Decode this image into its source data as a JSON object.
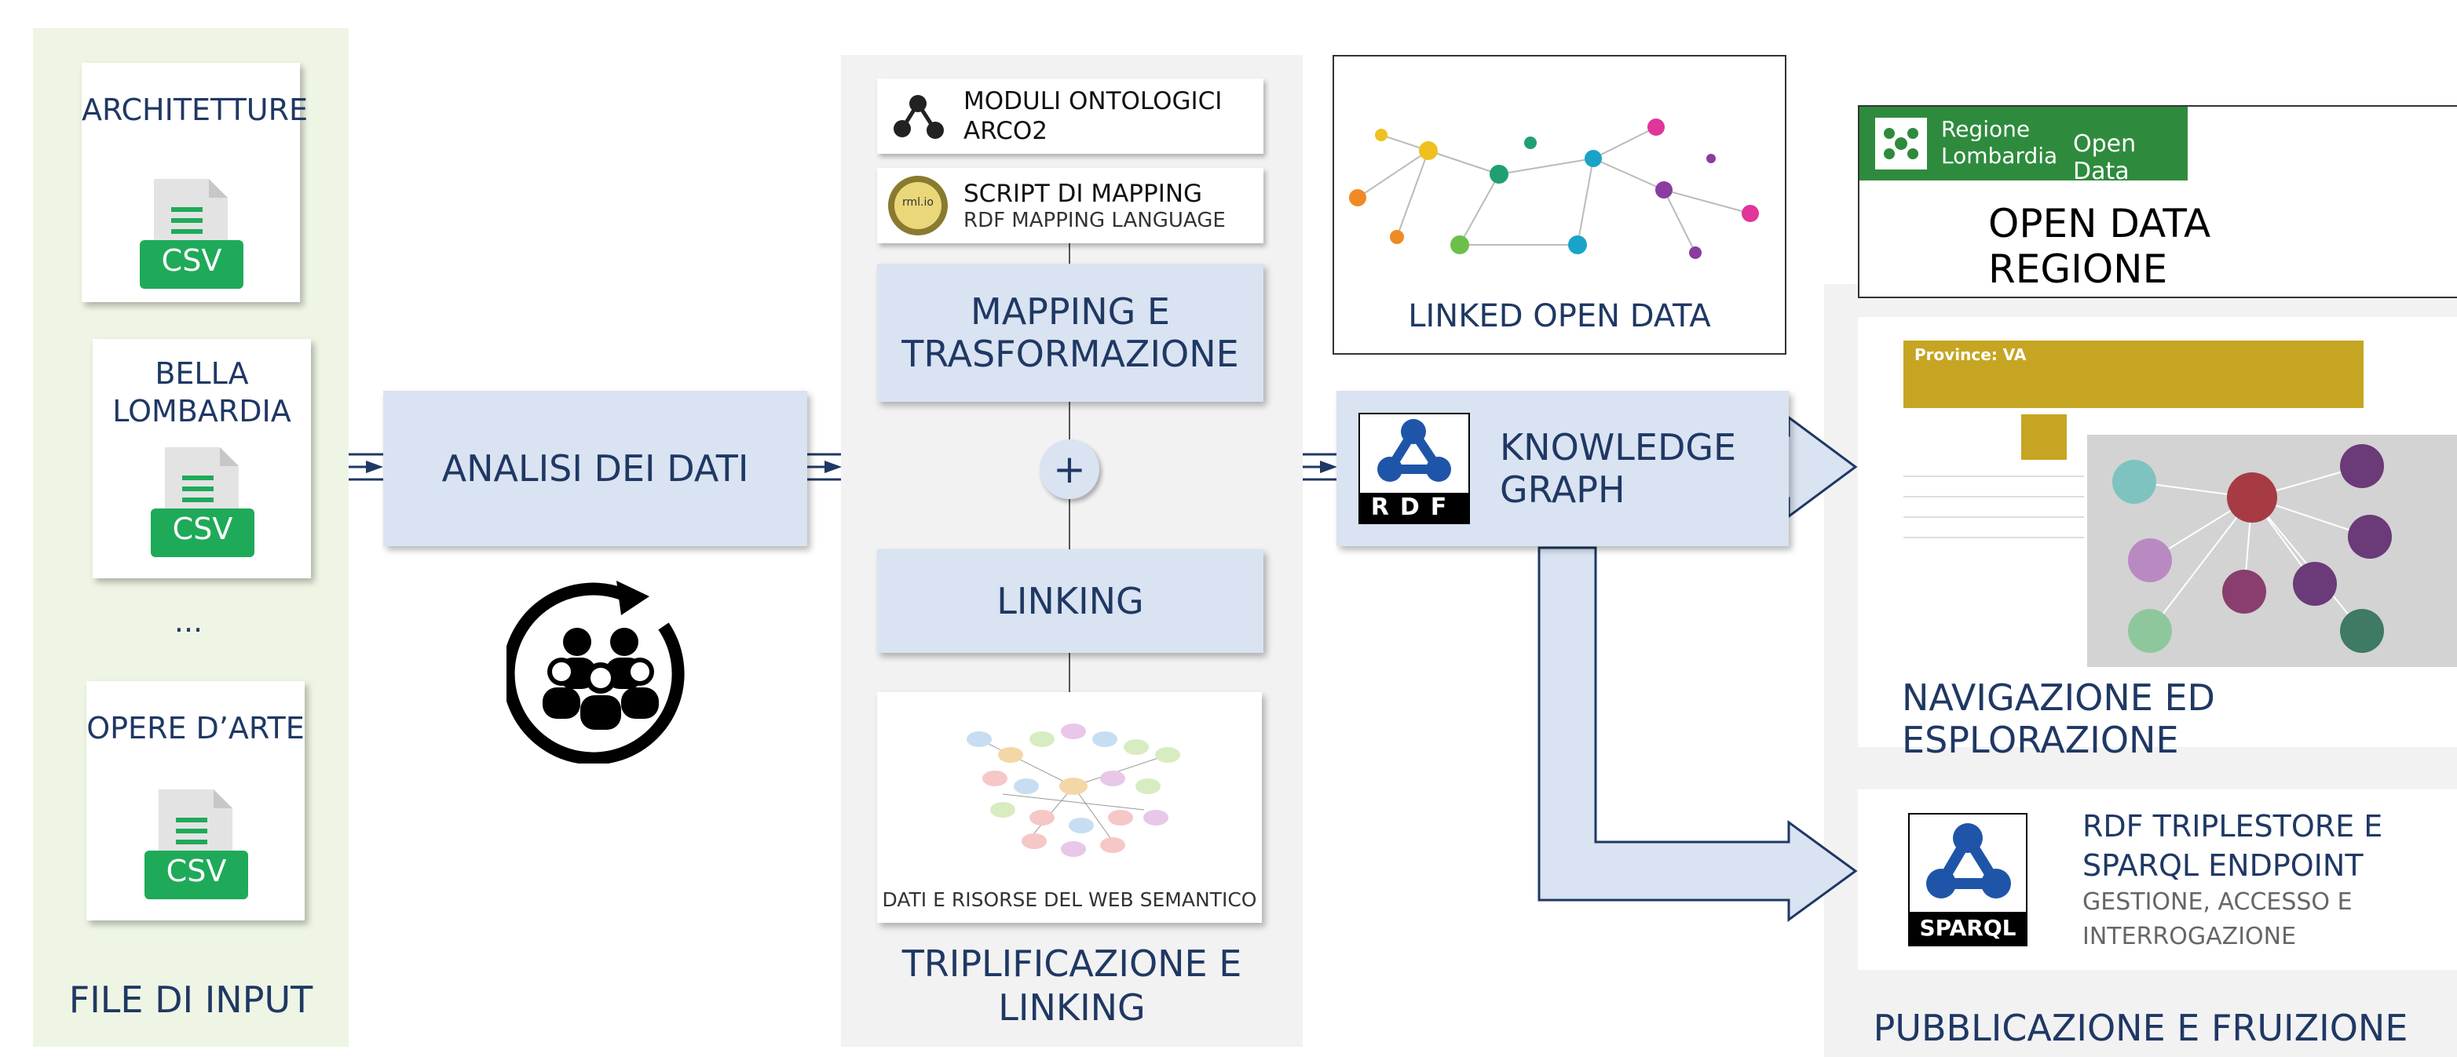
{
  "input": {
    "title": "FILE DI INPUT",
    "files": [
      {
        "name": "ARCHITETTURE",
        "badge": "CSV"
      },
      {
        "name_line1": "BELLA",
        "name_line2": "LOMBARDIA",
        "badge": "CSV"
      },
      {
        "name": "OPERE D’ARTE",
        "badge": "CSV"
      }
    ],
    "ellipsis": "..."
  },
  "analysis": {
    "label": "ANALISI DEI DATI"
  },
  "triplification": {
    "title_line1": "TRIPLIFICAZIONE E",
    "title_line2": "LINKING",
    "modules": {
      "line1": "MODULI ONTOLOGICI",
      "line2": "ARCO2"
    },
    "script": {
      "line1": "SCRIPT DI MAPPING",
      "line2": "RDF MAPPING LANGUAGE",
      "badge": "rml.io"
    },
    "mapping": {
      "line1": "MAPPING E",
      "line2": "TRASFORMAZIONE"
    },
    "plus": "+",
    "linking": "LINKING",
    "semantic_web": "DATI E RISORSE DEL WEB SEMANTICO"
  },
  "lod": {
    "label": "LINKED OPEN DATA"
  },
  "kg": {
    "line1": "KNOWLEDGE",
    "line2": "GRAPH",
    "logo_text": "RDF"
  },
  "publication": {
    "title": "PUBBLICAZIONE E FRUIZIONE",
    "open_data": {
      "brand_line1": "Regione",
      "brand_line2": "Lombardia",
      "brand_tag": "Open Data",
      "title": "OPEN DATA REGIONE"
    },
    "navigation": {
      "title": "NAVIGAZIONE ED ESPLORAZIONE",
      "screenshot_header": "Province: VA"
    },
    "triplestore": {
      "line1": "RDF TRIPLESTORE E",
      "line2": "SPARQL ENDPOINT",
      "line3": "GESTIONE, ACCESSO  E",
      "line4": "INTERROGAZIONE",
      "logo_text": "SPARQL"
    }
  },
  "colors": {
    "navy": "#1f3864",
    "light_blue": "#d9e3f1",
    "green_panel": "#eef5e4",
    "grey_panel": "#f2f2f2",
    "csv_green": "#1faa59",
    "lombardia_green": "#2e8b3d"
  }
}
